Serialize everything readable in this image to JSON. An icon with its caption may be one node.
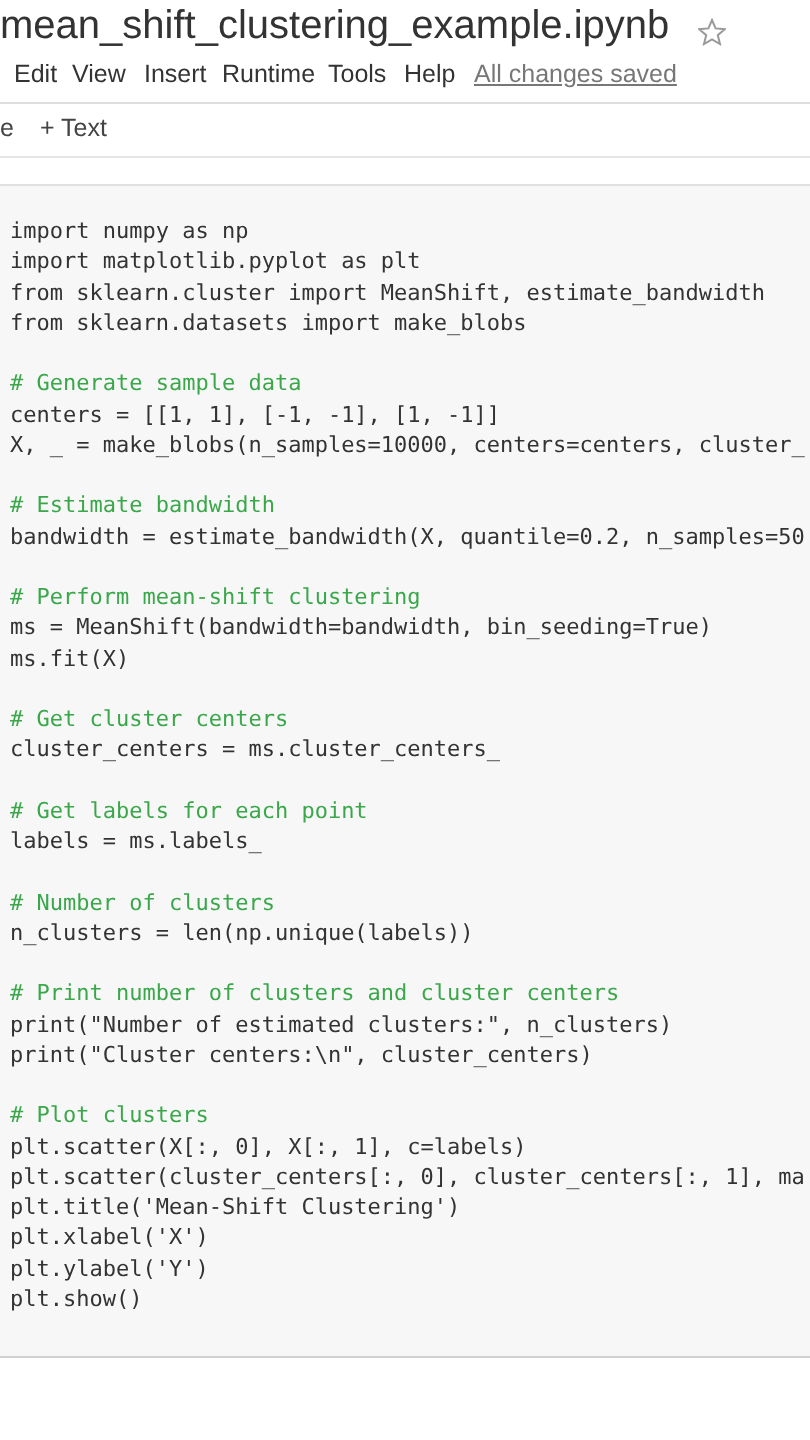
{
  "diagram": {
    "title": "mean_shift_clustering_example.ipynb",
    "nodes": [
      {
        "text": [
          "import numpy as np",
          "import matplotlib.pyplot as plt",
          "from sklearn.cluster import MeanShift, estimate_bandwidth",
          "from sklearn.datasets import make_blobs",
          "# Generate sample data",
          "centers = [[1, 1], [-1, -1], [1, -1]]",
          "X, _ = make_blobs(n_samples=10000, centers=centers, cluster_",
          "# Estimate bandwidth",
          "bandwidth = estimate_bandwidth(X, quantile=0.2, n_samples=50",
          "# Perform mean-shift clustering",
          "ms = MeanShift(bandwidth=bandwidth, bin_seeding=True)",
          "ms.fit(X)",
          "# Get cluster centers",
          "cluster_centers = ms.cluster_centers_",
          "# Get labels for each point",
          "labels = ms.labels_",
          "# Number of clusters",
          "n_clusters = len(np.unique(labels))",
          "# Print number of clusters and cluster centers",
          "print(\"Number of estimated clusters:\", n_clusters)",
          "print(\"Cluster centers:\\n\", cluster_centers)",
          "# Plot clusters",
          "plt.scatter(X[:, 0], X[:, 1], c=labels)",
          "plt.scatter(cluster_centers[:, 0], cluster_centers[:, 1], ma",
          "plt.title('Mean-Shift Clustering')",
          "plt.xlabel('X')",
          "plt.ylabel('Y')",
          "plt.show()"
        ]
      }
    ],
    "labels": [
      "Edit",
      "View",
      "Insert",
      "Runtime",
      "Tools",
      "Help",
      "All changes saved",
      "e",
      "+ Text"
    ]
  }
}
